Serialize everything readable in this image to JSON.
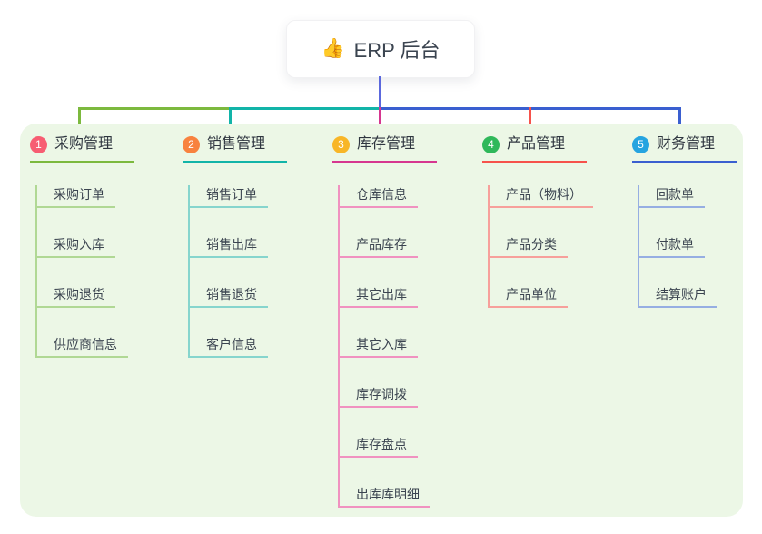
{
  "root": {
    "icon": "👍",
    "title": "ERP 后台"
  },
  "branches": [
    {
      "badge": "1",
      "title": "采购管理",
      "items": [
        "采购订单",
        "采购入库",
        "采购退货",
        "供应商信息"
      ]
    },
    {
      "badge": "2",
      "title": "销售管理",
      "items": [
        "销售订单",
        "销售出库",
        "销售退货",
        "客户信息"
      ]
    },
    {
      "badge": "3",
      "title": "库存管理",
      "items": [
        "仓库信息",
        "产品库存",
        "其它出库",
        "其它入库",
        "库存调拨",
        "库存盘点",
        "出库库明细"
      ]
    },
    {
      "badge": "4",
      "title": "产品管理",
      "items": [
        "产品（物料）",
        "产品分类",
        "产品单位"
      ]
    },
    {
      "badge": "5",
      "title": "财务管理",
      "items": [
        "回款单",
        "付款单",
        "结算账户"
      ]
    }
  ],
  "colors": {
    "b1-main": "#7cb93e",
    "b1-light": "#b0d894",
    "b1-badge": "#f75d72",
    "b2-main": "#12b4a8",
    "b2-light": "#86d5cd",
    "b2-badge": "#f8823f",
    "b3-main": "#d6368f",
    "b3-light": "#f092c0",
    "b3-badge": "#f8b627",
    "b4-main": "#f6524b",
    "b4-light": "#f7a09b",
    "b4-badge": "#2fb85a",
    "b5-main": "#3a5fd0",
    "b5-light": "#96aee2",
    "b5-badge": "#25a4e0",
    "trunk": "#5b68dd",
    "canvas-bg": "#ecf7e6",
    "text-dark": "#333a45"
  }
}
